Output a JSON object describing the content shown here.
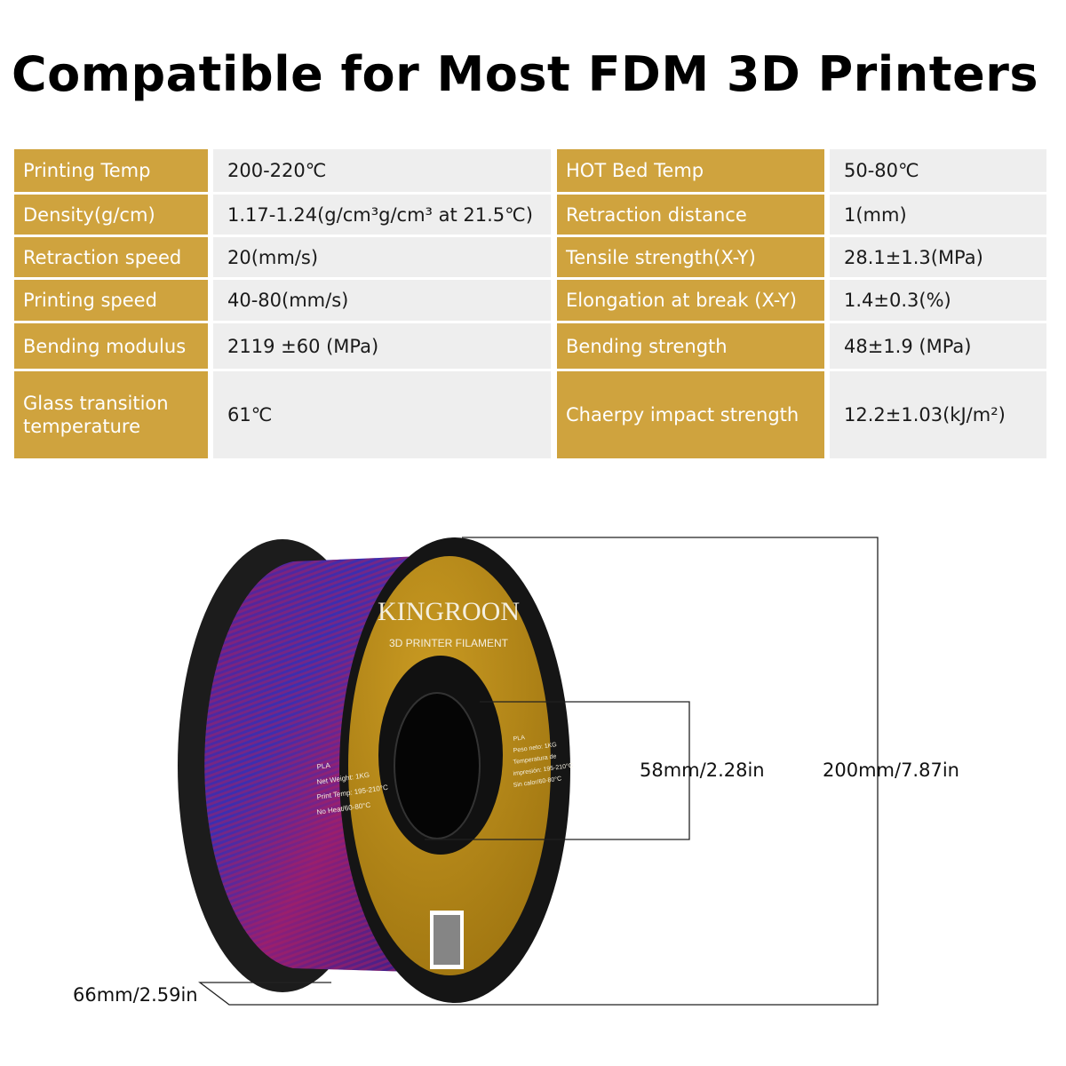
{
  "title": "Compatible for Most FDM 3D Printers",
  "colors": {
    "label_bg": "#cfa33e",
    "value_bg": "#eeeeee"
  },
  "specs_left": [
    {
      "label": "Printing Temp",
      "value": "200-220℃"
    },
    {
      "label": "Density(g/cm)",
      "value": "1.17-1.24(g/cm³g/cm³ at 21.5℃)"
    },
    {
      "label": "Retraction speed",
      "value": "20(mm/s)"
    },
    {
      "label": "Printing speed",
      "value": "40-80(mm/s)"
    },
    {
      "label": "Bending modulus",
      "value": "2119 ±60 (MPa)"
    },
    {
      "label": "Glass transition temperature",
      "value": "61℃"
    }
  ],
  "specs_right": [
    {
      "label": "HOT Bed Temp",
      "value": "50-80℃"
    },
    {
      "label": "Retraction distance",
      "value": "1(mm)"
    },
    {
      "label": "Tensile strength(X-Y)",
      "value": "28.1±1.3(MPa)"
    },
    {
      "label": "Elongation at break (X-Y)",
      "value": "1.4±0.3(%)"
    },
    {
      "label": "Bending strength",
      "value": "48±1.9 (MPa)"
    },
    {
      "label": "Chaerpy impact strength",
      "value": "12.2±1.03(kJ/m²)"
    }
  ],
  "spool": {
    "brand": "KINGROON",
    "subtitle": "3D PRINTER FILAMENT",
    "label_left": [
      "PLA",
      "Net Weight: 1KG",
      "Print Temp: 195-210°C",
      "No Heat/60-80°C"
    ],
    "label_right": [
      "PLA",
      "Peso neto: 1KG",
      "Temperatura de",
      "impresión: 195-210°C",
      "Sin calor/60-80°C"
    ]
  },
  "dimensions": {
    "hub": "58mm/2.28in",
    "diameter": "200mm/7.87in",
    "width": "66mm/2.59in"
  }
}
